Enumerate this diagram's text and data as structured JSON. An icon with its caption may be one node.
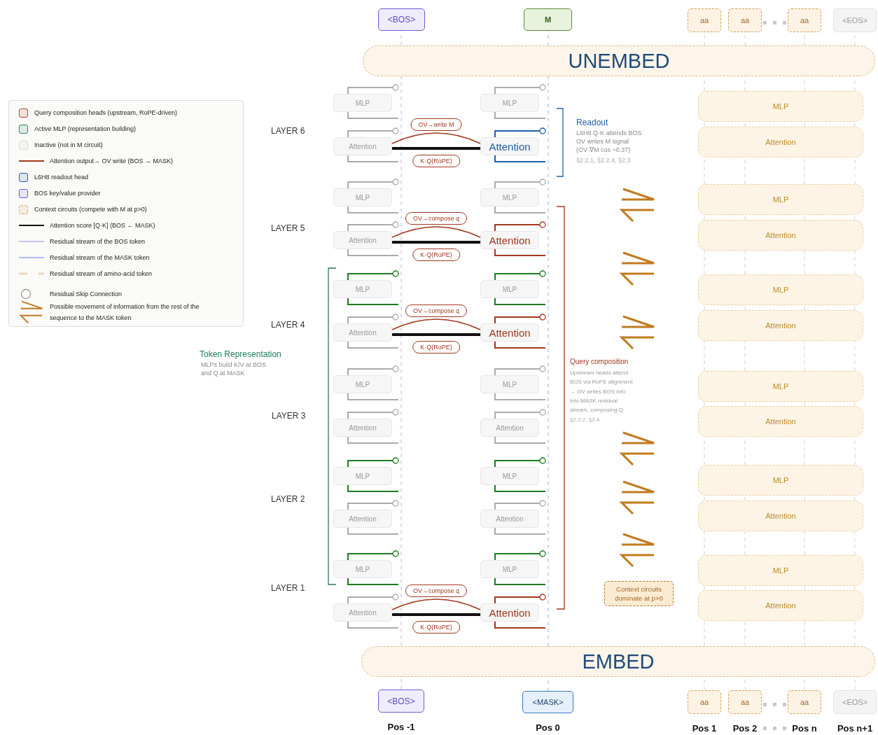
{
  "diagram": {
    "nodes": [
      {
        "text": [
          "<BOS>"
        ]
      },
      {
        "text": [
          "M"
        ]
      },
      {
        "text": [
          "aa"
        ]
      },
      {
        "text": [
          "aa"
        ]
      },
      {
        "text": [
          "aa"
        ]
      },
      {
        "text": [
          "<EOS>"
        ]
      },
      {
        "text": [
          "UNEMBED"
        ]
      },
      {
        "text": [
          "MLP"
        ]
      },
      {
        "text": [
          "MLP"
        ]
      },
      {
        "text": [
          "MLP"
        ]
      },
      {
        "text": [
          "Attention"
        ]
      },
      {
        "text": [
          "Attention"
        ]
      },
      {
        "text": [
          "Attention"
        ]
      },
      {
        "text": [
          "MLP"
        ]
      },
      {
        "text": [
          "MLP"
        ]
      },
      {
        "text": [
          "MLP"
        ]
      },
      {
        "text": [
          "Attention"
        ]
      },
      {
        "text": [
          "Attention"
        ]
      },
      {
        "text": [
          "Attention"
        ]
      },
      {
        "text": [
          "MLP"
        ]
      },
      {
        "text": [
          "MLP"
        ]
      },
      {
        "text": [
          "MLP"
        ]
      },
      {
        "text": [
          "Attention"
        ]
      },
      {
        "text": [
          "Attention"
        ]
      },
      {
        "text": [
          "Attention"
        ]
      },
      {
        "text": [
          "MLP"
        ]
      },
      {
        "text": [
          "MLP"
        ]
      },
      {
        "text": [
          "MLP"
        ]
      },
      {
        "text": [
          "Attention"
        ]
      },
      {
        "text": [
          "Attention"
        ]
      },
      {
        "text": [
          "Attention"
        ]
      },
      {
        "text": [
          "MLP"
        ]
      },
      {
        "text": [
          "MLP"
        ]
      },
      {
        "text": [
          "MLP"
        ]
      },
      {
        "text": [
          "Attention"
        ]
      },
      {
        "text": [
          "Attention"
        ]
      },
      {
        "text": [
          "Attention"
        ]
      },
      {
        "text": [
          "MLP"
        ]
      },
      {
        "text": [
          "MLP"
        ]
      },
      {
        "text": [
          "MLP"
        ]
      },
      {
        "text": [
          "Attention"
        ]
      },
      {
        "text": [
          "Attention"
        ]
      },
      {
        "text": [
          "Attention"
        ]
      },
      {
        "text": [
          "Context circuits dominate at p>0"
        ]
      },
      {
        "text": [
          "EMBED"
        ]
      },
      {
        "text": [
          "<BOS>"
        ],
        "beside": [
          "Pos -1"
        ]
      },
      {
        "text": [
          "<MASK>"
        ],
        "beside": [
          "Pos 0"
        ]
      },
      {
        "text": [
          "aa"
        ],
        "beside": [
          "Pos 1"
        ]
      },
      {
        "text": [
          "aa"
        ],
        "beside": [
          "Pos 2"
        ]
      },
      {
        "text": [
          "aa"
        ],
        "beside": [
          "Pos n"
        ]
      },
      {
        "text": [
          "<EOS>"
        ],
        "beside": [
          "Pos n+1"
        ]
      }
    ],
    "edges": [
      {
        "from": 45,
        "to": 44,
        "arrow": "none",
        "style": "dashed",
        "color": "#c8c2f2"
      },
      {
        "from": 44,
        "to": 6,
        "arrow": "none",
        "style": "dashed",
        "color": "#c8c2f2"
      },
      {
        "from": 6,
        "to": 0,
        "arrow": "none",
        "style": "dashed",
        "color": "#c8c2f2"
      },
      {
        "from": 46,
        "to": 44,
        "arrow": "none",
        "style": "dashed",
        "color": "#a8bdf5"
      },
      {
        "from": 44,
        "to": 6,
        "arrow": "none",
        "style": "dashed",
        "color": "#a8bdf5"
      },
      {
        "from": 6,
        "to": 1,
        "arrow": "none",
        "style": "dashed",
        "color": "#a8bdf5"
      },
      {
        "from": 47,
        "to": 44,
        "arrow": "none",
        "style": "dashed",
        "color": "#e6d8bf"
      },
      {
        "from": 44,
        "to": 42,
        "arrow": "none",
        "style": "dashed",
        "color": "#e6d8bf"
      },
      {
        "from": 42,
        "to": 39,
        "arrow": "none",
        "style": "dashed",
        "color": "#e6d8bf"
      },
      {
        "from": 39,
        "to": 36,
        "arrow": "none",
        "style": "dashed",
        "color": "#e6d8bf"
      },
      {
        "from": 36,
        "to": 33,
        "arrow": "none",
        "style": "dashed",
        "color": "#e6d8bf"
      },
      {
        "from": 33,
        "to": 30,
        "arrow": "none",
        "style": "dashed",
        "color": "#e6d8bf"
      },
      {
        "from": 30,
        "to": 27,
        "arrow": "none",
        "style": "dashed",
        "color": "#e6d8bf"
      },
      {
        "from": 27,
        "to": 24,
        "arrow": "none",
        "style": "dashed",
        "color": "#e6d8bf"
      },
      {
        "from": 24,
        "to": 21,
        "arrow": "none",
        "style": "dashed",
        "color": "#e6d8bf"
      },
      {
        "from": 21,
        "to": 18,
        "arrow": "none",
        "style": "dashed",
        "color": "#e6d8bf"
      },
      {
        "from": 18,
        "to": 15,
        "arrow": "none",
        "style": "dashed",
        "color": "#e6d8bf"
      },
      {
        "from": 15,
        "to": 12,
        "arrow": "none",
        "style": "dashed",
        "color": "#e6d8bf"
      },
      {
        "from": 12,
        "to": 9,
        "arrow": "none",
        "style": "dashed",
        "color": "#e6d8bf"
      },
      {
        "from": 9,
        "to": 6,
        "arrow": "none",
        "style": "dashed",
        "color": "#e6d8bf"
      },
      {
        "from": 6,
        "to": 2,
        "arrow": "none",
        "style": "dashed",
        "color": "#e6d8bf"
      },
      {
        "from": 48,
        "to": 44,
        "arrow": "none",
        "style": "dashed",
        "color": "#e6d8bf"
      },
      {
        "from": 44,
        "to": 42,
        "arrow": "none",
        "style": "dashed",
        "color": "#e6d8bf"
      },
      {
        "from": 42,
        "to": 39,
        "arrow": "none",
        "style": "dashed",
        "color": "#e6d8bf"
      },
      {
        "from": 39,
        "to": 36,
        "arrow": "none",
        "style": "dashed",
        "color": "#e6d8bf"
      },
      {
        "from": 36,
        "to": 33,
        "arrow": "none",
        "style": "dashed",
        "color": "#e6d8bf"
      },
      {
        "from": 33,
        "to": 30,
        "arrow": "none",
        "style": "dashed",
        "color": "#e6d8bf"
      },
      {
        "from": 30,
        "to": 27,
        "arrow": "none",
        "style": "dashed",
        "color": "#e6d8bf"
      },
      {
        "from": 27,
        "to": 24,
        "arrow": "none",
        "style": "dashed",
        "color": "#e6d8bf"
      },
      {
        "from": 24,
        "to": 21,
        "arrow": "none",
        "style": "dashed",
        "color": "#e6d8bf"
      },
      {
        "from": 21,
        "to": 18,
        "arrow": "none",
        "style": "dashed",
        "color": "#e6d8bf"
      },
      {
        "from": 18,
        "to": 15,
        "arrow": "none",
        "style": "dashed",
        "color": "#e6d8bf"
      },
      {
        "from": 15,
        "to": 12,
        "arrow": "none",
        "style": "dashed",
        "color": "#e6d8bf"
      },
      {
        "from": 12,
        "to": 9,
        "arrow": "none",
        "style": "dashed",
        "color": "#e6d8bf"
      },
      {
        "from": 9,
        "to": 6,
        "arrow": "none",
        "style": "dashed",
        "color": "#e6d8bf"
      },
      {
        "from": 6,
        "to": 3,
        "arrow": "none",
        "style": "dashed",
        "color": "#e6d8bf"
      },
      {
        "from": 49,
        "to": 44,
        "arrow": "none",
        "style": "dashed",
        "color": "#e6d8bf"
      },
      {
        "from": 44,
        "to": 42,
        "arrow": "none",
        "style": "dashed",
        "color": "#e6d8bf"
      },
      {
        "from": 42,
        "to": 39,
        "arrow": "none",
        "style": "dashed",
        "color": "#e6d8bf"
      },
      {
        "from": 39,
        "to": 36,
        "arrow": "none",
        "style": "dashed",
        "color": "#e6d8bf"
      },
      {
        "from": 36,
        "to": 33,
        "arrow": "none",
        "style": "dashed",
        "color": "#e6d8bf"
      },
      {
        "from": 33,
        "to": 30,
        "arrow": "none",
        "style": "dashed",
        "color": "#e6d8bf"
      },
      {
        "from": 30,
        "to": 27,
        "arrow": "none",
        "style": "dashed",
        "color": "#e6d8bf"
      },
      {
        "from": 27,
        "to": 24,
        "arrow": "none",
        "style": "dashed",
        "color": "#e6d8bf"
      },
      {
        "from": 24,
        "to": 21,
        "arrow": "none",
        "style": "dashed",
        "color": "#e6d8bf"
      },
      {
        "from": 21,
        "to": 18,
        "arrow": "none",
        "style": "dashed",
        "color": "#e6d8bf"
      },
      {
        "from": 18,
        "to": 15,
        "arrow": "none",
        "style": "dashed",
        "color": "#e6d8bf"
      },
      {
        "from": 15,
        "to": 12,
        "arrow": "none",
        "style": "dashed",
        "color": "#e6d8bf"
      },
      {
        "from": 12,
        "to": 9,
        "arrow": "none",
        "style": "dashed",
        "color": "#e6d8bf"
      },
      {
        "from": 9,
        "to": 6,
        "arrow": "none",
        "style": "dashed",
        "color": "#e6d8bf"
      },
      {
        "from": 6,
        "to": 4,
        "arrow": "none",
        "style": "dashed",
        "color": "#e6d8bf"
      },
      {
        "from": 50,
        "to": 44,
        "arrow": "none",
        "style": "dashed",
        "color": "#dddddd"
      },
      {
        "from": 44,
        "to": 42,
        "arrow": "none",
        "style": "dashed",
        "color": "#dddddd"
      },
      {
        "from": 42,
        "to": 39,
        "arrow": "none",
        "style": "dashed",
        "color": "#dddddd"
      },
      {
        "from": 39,
        "to": 36,
        "arrow": "none",
        "style": "dashed",
        "color": "#dddddd"
      },
      {
        "from": 36,
        "to": 33,
        "arrow": "none",
        "style": "dashed",
        "color": "#dddddd"
      },
      {
        "from": 33,
        "to": 30,
        "arrow": "none",
        "style": "dashed",
        "color": "#dddddd"
      },
      {
        "from": 30,
        "to": 27,
        "arrow": "none",
        "style": "dashed",
        "color": "#dddddd"
      },
      {
        "from": 27,
        "to": 24,
        "arrow": "none",
        "style": "dashed",
        "color": "#dddddd"
      },
      {
        "from": 24,
        "to": 21,
        "arrow": "none",
        "style": "dashed",
        "color": "#dddddd"
      },
      {
        "from": 21,
        "to": 18,
        "arrow": "none",
        "style": "dashed",
        "color": "#dddddd"
      },
      {
        "from": 18,
        "to": 15,
        "arrow": "none",
        "style": "dashed",
        "color": "#dddddd"
      },
      {
        "from": 15,
        "to": 12,
        "arrow": "none",
        "style": "dashed",
        "color": "#dddddd"
      },
      {
        "from": 12,
        "to": 9,
        "arrow": "none",
        "style": "dashed",
        "color": "#dddddd"
      },
      {
        "from": 9,
        "to": 6,
        "arrow": "none",
        "style": "dashed",
        "color": "#dddddd"
      },
      {
        "from": 6,
        "to": 5,
        "arrow": "none",
        "style": "dashed",
        "color": "#dddddd"
      },
      {
        "from": 10,
        "to": 11,
        "arrow": "none",
        "label": "OV→write M",
        "color": "#a0391f"
      },
      {
        "from": 10,
        "to": 11,
        "arrow": "none",
        "label": "K·Q(RoPE)",
        "style": "thick",
        "color": "#111111"
      },
      {
        "from": 16,
        "to": 17,
        "arrow": "none",
        "label": "OV→compose q",
        "color": "#a0391f"
      },
      {
        "from": 16,
        "to": 17,
        "arrow": "none",
        "label": "K·Q(RoPE)",
        "style": "thick",
        "color": "#111111"
      },
      {
        "from": 22,
        "to": 23,
        "arrow": "none",
        "label": "OV→compose q",
        "color": "#a0391f"
      },
      {
        "from": 22,
        "to": 23,
        "arrow": "none",
        "label": "K·Q(RoPE)",
        "style": "thick",
        "color": "#111111"
      },
      {
        "from": 40,
        "to": 41,
        "arrow": "none",
        "label": "OV→compose q",
        "color": "#a0391f"
      },
      {
        "from": 40,
        "to": 41,
        "arrow": "none",
        "label": "K·Q(RoPE)",
        "style": "thick",
        "color": "#111111"
      },
      {
        "from": null,
        "to": 7,
        "arrow": "other",
        "color": "#ababab"
      },
      {
        "from": 7,
        "to": null,
        "arrow": "none",
        "color": "#ababab"
      },
      {
        "from": null,
        "to": 8,
        "arrow": "other",
        "color": "#ababab"
      },
      {
        "from": 8,
        "to": null,
        "arrow": "none",
        "color": "#ababab"
      },
      {
        "from": null,
        "to": 10,
        "arrow": "other",
        "color": "#ababab"
      },
      {
        "from": 10,
        "to": null,
        "arrow": "none",
        "color": "#ababab"
      },
      {
        "from": null,
        "to": 11,
        "arrow": "other",
        "color": "#1f5fa8"
      },
      {
        "from": 11,
        "to": null,
        "arrow": "none",
        "color": "#1f5fa8"
      },
      {
        "from": null,
        "to": 13,
        "arrow": "other",
        "color": "#ababab"
      },
      {
        "from": 13,
        "to": null,
        "arrow": "none",
        "color": "#ababab"
      },
      {
        "from": null,
        "to": 14,
        "arrow": "other",
        "color": "#ababab"
      },
      {
        "from": 14,
        "to": null,
        "arrow": "none",
        "color": "#ababab"
      },
      {
        "from": null,
        "to": 16,
        "arrow": "other",
        "color": "#ababab"
      },
      {
        "from": 16,
        "to": null,
        "arrow": "none",
        "color": "#ababab"
      },
      {
        "from": null,
        "to": 17,
        "arrow": "other",
        "color": "#a0391f"
      },
      {
        "from": 17,
        "to": null,
        "arrow": "none",
        "color": "#a0391f"
      },
      {
        "from": null,
        "to": 19,
        "arrow": "other",
        "color": "#1e7a1e"
      },
      {
        "from": 19,
        "to": null,
        "arrow": "none",
        "color": "#1e7a1e"
      },
      {
        "from": null,
        "to": 20,
        "arrow": "other",
        "color": "#1e7a1e"
      },
      {
        "from": 20,
        "to": null,
        "arrow": "none",
        "color": "#1e7a1e"
      },
      {
        "from": null,
        "to": 22,
        "arrow": "other",
        "color": "#ababab"
      },
      {
        "from": 22,
        "to": null,
        "arrow": "none",
        "color": "#ababab"
      },
      {
        "from": null,
        "to": 23,
        "arrow": "other",
        "color": "#a0391f"
      },
      {
        "from": 23,
        "to": null,
        "arrow": "none",
        "color": "#a0391f"
      },
      {
        "from": null,
        "to": 25,
        "arrow": "other",
        "color": "#ababab"
      },
      {
        "from": 25,
        "to": null,
        "arrow": "none",
        "color": "#ababab"
      },
      {
        "from": null,
        "to": 26,
        "arrow": "other",
        "color": "#ababab"
      },
      {
        "from": 26,
        "to": null,
        "arrow": "none",
        "color": "#ababab"
      },
      {
        "from": null,
        "to": 28,
        "arrow": "other",
        "color": "#ababab"
      },
      {
        "from": 28,
        "to": null,
        "arrow": "none",
        "color": "#ababab"
      },
      {
        "from": null,
        "to": 29,
        "arrow": "other",
        "color": "#ababab"
      },
      {
        "from": 29,
        "to": null,
        "arrow": "none",
        "color": "#ababab"
      },
      {
        "from": null,
        "to": 31,
        "arrow": "other",
        "color": "#1e7a1e"
      },
      {
        "from": 31,
        "to": null,
        "arrow": "none",
        "color": "#1e7a1e"
      },
      {
        "from": null,
        "to": 32,
        "arrow": "other",
        "color": "#1e7a1e"
      },
      {
        "from": 32,
        "to": null,
        "arrow": "none",
        "color": "#1e7a1e"
      },
      {
        "from": null,
        "to": 34,
        "arrow": "other",
        "color": "#ababab"
      },
      {
        "from": 34,
        "to": null,
        "arrow": "none",
        "color": "#ababab"
      },
      {
        "from": null,
        "to": 35,
        "arrow": "other",
        "color": "#ababab"
      },
      {
        "from": 35,
        "to": null,
        "arrow": "none",
        "color": "#ababab"
      },
      {
        "from": null,
        "to": 37,
        "arrow": "other",
        "color": "#1e7a1e"
      },
      {
        "from": 37,
        "to": null,
        "arrow": "none",
        "color": "#1e7a1e"
      },
      {
        "from": null,
        "to": 38,
        "arrow": "other",
        "color": "#1e7a1e"
      },
      {
        "from": 38,
        "to": null,
        "arrow": "none",
        "color": "#1e7a1e"
      },
      {
        "from": null,
        "to": 40,
        "arrow": "other",
        "color": "#ababab"
      },
      {
        "from": 40,
        "to": null,
        "arrow": "none",
        "color": "#ababab"
      },
      {
        "from": null,
        "to": 41,
        "arrow": "other",
        "color": "#a0391f"
      },
      {
        "from": 41,
        "to": null,
        "arrow": "none",
        "color": "#a0391f"
      }
    ],
    "labels": [
      "LAYER 6",
      "LAYER 5",
      "LAYER 4",
      "LAYER 3",
      "LAYER 2",
      "LAYER 1",
      "Readout",
      "L6H8 Q·K attends BOS",
      "OV writes M signal",
      "(OV·∇M cos ~0.37)",
      "§2.2.1, §2.2.4, §2.3",
      "Token Representation",
      "MLPs build K/V at BOS and Q at MASK",
      "Query composition",
      "Upstream heads attend BOS via RoPE alignment",
      "→ OV writes BOS info into MASK residual stream, composing Q",
      "§2.2.2, §2.4"
    ],
    "legend": [
      {
        "text": "Query composition heads (upstream, RoPE-driven)",
        "color": "#b5452a"
      },
      {
        "text": "Active MLP (representation building)",
        "color": "#2a8a6a"
      },
      {
        "text": "Inactive (not in M circuit)",
        "color": "#d9d9d9"
      },
      {
        "text": "Attention output→ OV write (BOS → MASK)"
      },
      {
        "text": "L6H8 readout head",
        "color": "#1f5fa8"
      },
      {
        "text": "BOS key/value provider",
        "color": "#6b5fd6"
      },
      {
        "text": "Context circuits (compete with M at p>0)",
        "color": "#d4a054"
      },
      {
        "text": "Attention score [Q·K] (BOS ← MASK)"
      },
      {
        "text": "Residual stream of the BOS token"
      },
      {
        "text": "Residual stream of the MASK token"
      },
      {
        "text": "Residual stream of amino-acid token"
      },
      {
        "text": "Residual Skip Connection"
      },
      {
        "text": "Possible movement of information from the rest of the sequence to the MASK token"
      }
    ]
  }
}
